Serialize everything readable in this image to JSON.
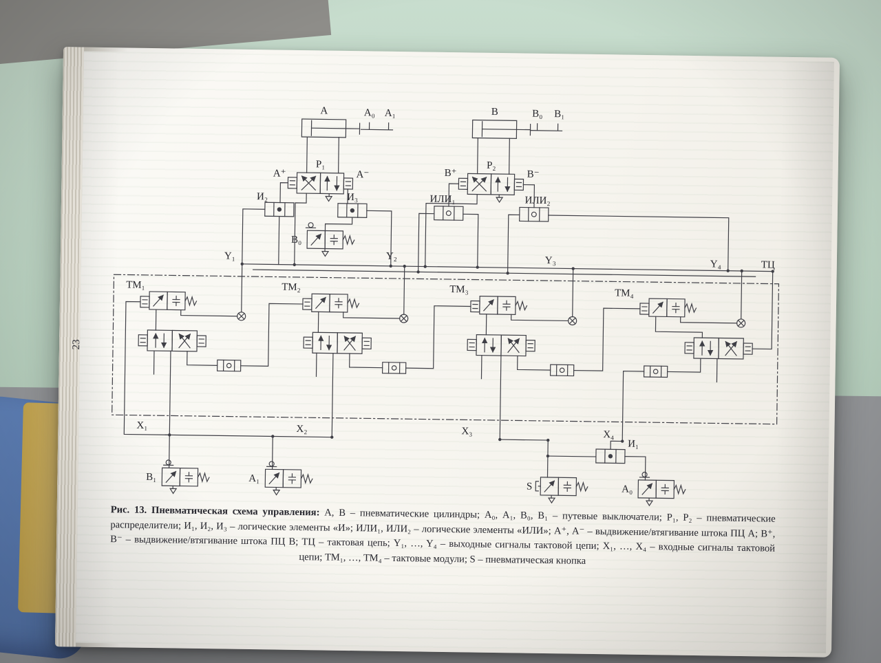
{
  "page": {
    "number": "23",
    "caption_title": "Рис. 13. Пневматическая схема управления:",
    "caption_body": " А, В – пневматические цилиндры; А₀, А₁, В₀, В₁ – путевые выключатели; Р₁, Р₂ – пневматические распределители; И₁, И₂, И₃ – логические элементы «И»; ИЛИ₁, ИЛИ₂ – логические элементы «ИЛИ»; А⁺, А⁻ – выдвижение/втягивание штока ПЦ А; В⁺, В⁻ – выдвижение/втягивание штока ПЦ В; ТЦ – тактовая цепь; Y₁, …, Y₄ – выходные сигналы тактовой цепи; X₁, …, X₄ – входные сигналы тактовой цепи; ТМ₁, …, ТМ₄ – тактовые модули; S – пневматическая кнопка"
  },
  "diagram": {
    "labels": {
      "cyl_a": "А",
      "a0_top": "А₀",
      "a1_top": "А₁",
      "cyl_b": "В",
      "b0_top": "В₀",
      "b1_top": "В₁",
      "p1": "Р₁",
      "a_plus": "А⁺",
      "a_minus": "А⁻",
      "p2": "Р₂",
      "b_plus": "В⁺",
      "b_minus": "В⁻",
      "i1": "И₁",
      "i2": "И₂",
      "i3": "И₃",
      "or1": "ИЛИ₁",
      "or2": "ИЛИ₂",
      "b0_valve": "В₀",
      "y1": "Y₁",
      "y2": "Y₂",
      "y3": "Y₃",
      "y4": "Y₄",
      "tc": "ТЦ",
      "tm1": "ТМ₁",
      "tm2": "ТМ₂",
      "tm3": "ТМ₃",
      "tm4": "ТМ₄",
      "x1": "X₁",
      "x2": "X₂",
      "x3": "X₃",
      "x4": "X₄",
      "b1_bottom": "В₁",
      "a1_bottom": "А₁",
      "s": "S",
      "a0_bottom": "А₀"
    }
  }
}
